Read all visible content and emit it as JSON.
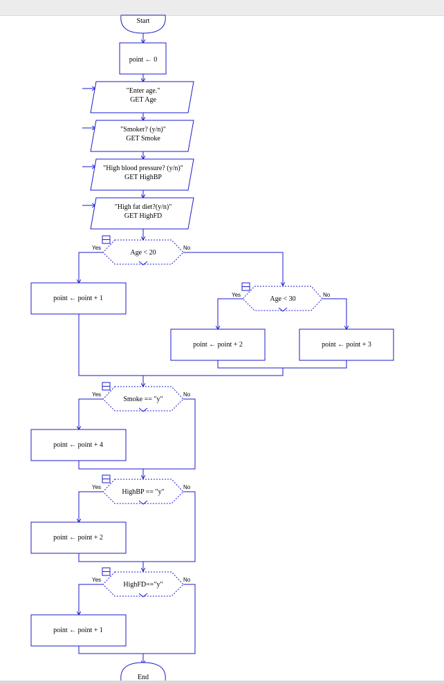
{
  "nodes": {
    "start": "Start",
    "init": "point ← 0",
    "in_age": [
      "\"Enter age.\"",
      "GET Age"
    ],
    "in_smoke": [
      "\"Smoker? (y/n)\"",
      "GET Smoke"
    ],
    "in_bp": [
      "\"High blood pressure? (y/n)\"",
      "GET HighBP"
    ],
    "in_fd": [
      "\"High fat diet?(y/n)\"",
      "GET HighFD"
    ],
    "dec_age20": "Age < 20",
    "dec_age30": "Age < 30",
    "dec_smoke": "Smoke == \"y\"",
    "dec_bp": "HighBP == \"y\"",
    "dec_fd": "HighFD==\"y\"",
    "p1": "point ← point  + 1",
    "p2": "point ← point  + 2",
    "p3": "point ← point  + 3",
    "p4": "point ← point  + 4",
    "p5": "point ← point  + 2",
    "p6": "point ← point  + 1",
    "end": "End"
  },
  "labels": {
    "yes": "Yes",
    "no": "No"
  },
  "colors": {
    "line": "#1a1acd",
    "topbar": "#ececec"
  }
}
